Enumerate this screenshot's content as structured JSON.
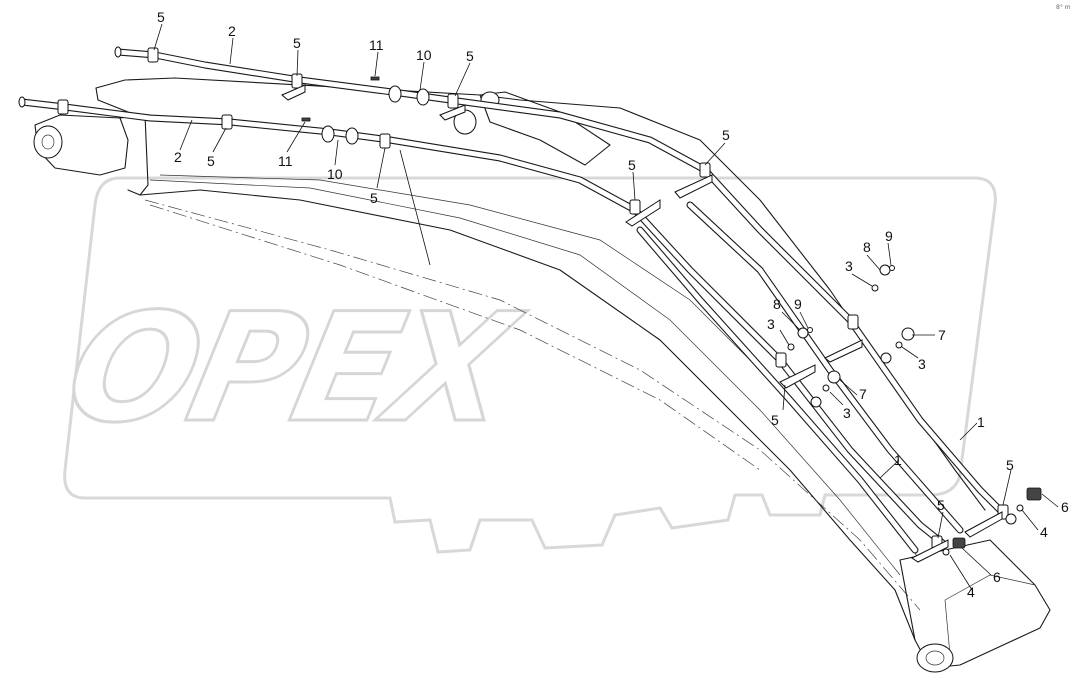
{
  "watermark": {
    "text": "OPEX",
    "icon": "gear-icon"
  },
  "corner_mark": "8° m",
  "callouts": [
    {
      "id": "c5-a",
      "label": "5"
    },
    {
      "id": "c2-a",
      "label": "2"
    },
    {
      "id": "c5-b",
      "label": "5"
    },
    {
      "id": "c11-a",
      "label": "11"
    },
    {
      "id": "c10-a",
      "label": "10"
    },
    {
      "id": "c5-c",
      "label": "5"
    },
    {
      "id": "c2-b",
      "label": "2"
    },
    {
      "id": "c5-d",
      "label": "5"
    },
    {
      "id": "c11-b",
      "label": "11"
    },
    {
      "id": "c10-b",
      "label": "10"
    },
    {
      "id": "c5-e",
      "label": "5"
    },
    {
      "id": "c5-f",
      "label": "5"
    },
    {
      "id": "c5-g",
      "label": "5"
    },
    {
      "id": "c8-a",
      "label": "8"
    },
    {
      "id": "c9-a",
      "label": "9"
    },
    {
      "id": "c3-a",
      "label": "3"
    },
    {
      "id": "c8-b",
      "label": "8"
    },
    {
      "id": "c9-b",
      "label": "9"
    },
    {
      "id": "c3-b",
      "label": "3"
    },
    {
      "id": "c7-a",
      "label": "7"
    },
    {
      "id": "c3-c",
      "label": "3"
    },
    {
      "id": "c7-b",
      "label": "7"
    },
    {
      "id": "c3-d",
      "label": "3"
    },
    {
      "id": "c5-h",
      "label": "5"
    },
    {
      "id": "c1-a",
      "label": "1"
    },
    {
      "id": "c1-b",
      "label": "1"
    },
    {
      "id": "c5-i",
      "label": "5"
    },
    {
      "id": "c6-a",
      "label": "6"
    },
    {
      "id": "c4-a",
      "label": "4"
    },
    {
      "id": "c5-j",
      "label": "5"
    },
    {
      "id": "c6-b",
      "label": "6"
    },
    {
      "id": "c4-b",
      "label": "4"
    }
  ]
}
